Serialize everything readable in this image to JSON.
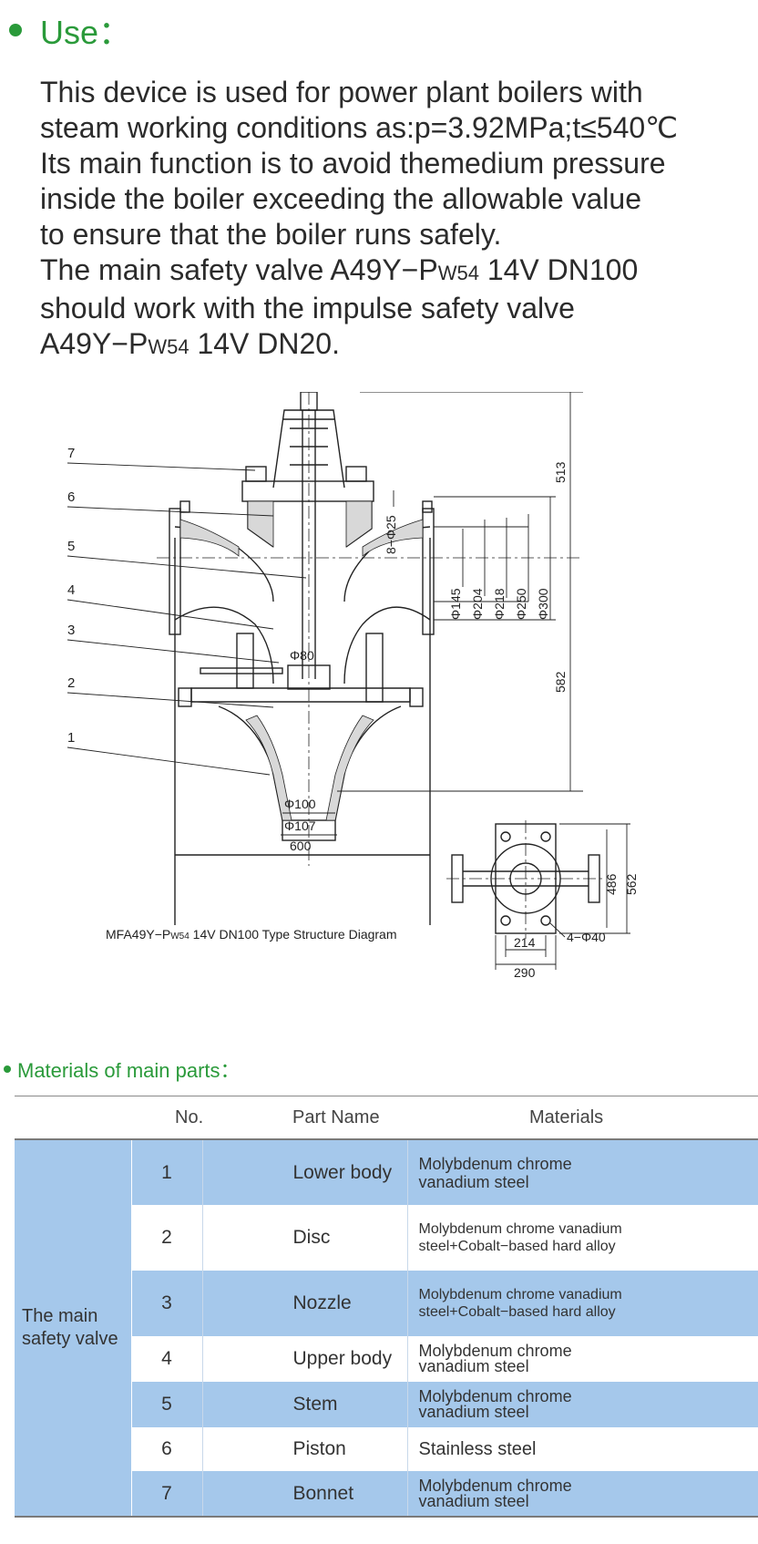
{
  "use": {
    "title": "Use：",
    "lines": [
      {
        "text": "This device is used for power plant boilers with"
      },
      {
        "text": "steam working conditions as:p=3.92MPa;t≤540℃"
      },
      {
        "text": "Its main function is to avoid themedium pressure"
      },
      {
        "text": "inside the boiler exceeding the allowable value"
      },
      {
        "text": "to ensure that the boiler runs safely."
      },
      {
        "a": "The main safety valve A49Y−P",
        "sub": "W54",
        "b": " 14V DN100"
      },
      {
        "text": "should work with the impulse safety valve"
      },
      {
        "a": "A49Y−P",
        "sub": "W54",
        "b": " 14V DN20."
      }
    ]
  },
  "diagram": {
    "callouts": [
      "7",
      "6",
      "5",
      "4",
      "3",
      "2",
      "1"
    ],
    "dims": {
      "d513": "513",
      "d582": "582",
      "d8phi25": "8−Φ25",
      "d145": "Φ145",
      "d204": "Φ204",
      "d218": "Φ218",
      "d250": "Φ250",
      "d300": "Φ300",
      "d80": "Φ80",
      "d100": "Φ100",
      "d107": "Φ107",
      "d600": "600",
      "d486": "486",
      "d562": "562",
      "d214": "214",
      "d290": "290",
      "d4phi40": "4−Φ40"
    },
    "caption_a": "MFA49Y−P",
    "caption_sub": "W54",
    "caption_b": " 14V DN100 Type Structure Diagram"
  },
  "materials": {
    "title": "Materials of main parts：",
    "headers": {
      "no": "No.",
      "part": "Part Name",
      "material": "Materials"
    },
    "group_line1": "The main",
    "group_line2": "safety valve",
    "rows": [
      {
        "no": "1",
        "part": "Lower body",
        "m1": "Molybdenum chrome",
        "m2": "vanadium steel"
      },
      {
        "no": "2",
        "part": "Disc",
        "m1": "Molybdenum chrome vanadium",
        "m2": "steel+Cobalt−based hard alloy"
      },
      {
        "no": "3",
        "part": "Nozzle",
        "m1": "Molybdenum chrome vanadium",
        "m2": "steel+Cobalt−based hard alloy"
      },
      {
        "no": "4",
        "part": "Upper body",
        "m1": "Molybdenum chrome",
        "m2": "vanadium steel"
      },
      {
        "no": "5",
        "part": "Stem",
        "m1": "Molybdenum chrome",
        "m2": "vanadium steel"
      },
      {
        "no": "6",
        "part": "Piston",
        "m1": "Stainless steel",
        "m2": ""
      },
      {
        "no": "7",
        "part": "Bonnet",
        "m1": "Molybdenum chrome",
        "m2": "vanadium steel"
      }
    ]
  }
}
